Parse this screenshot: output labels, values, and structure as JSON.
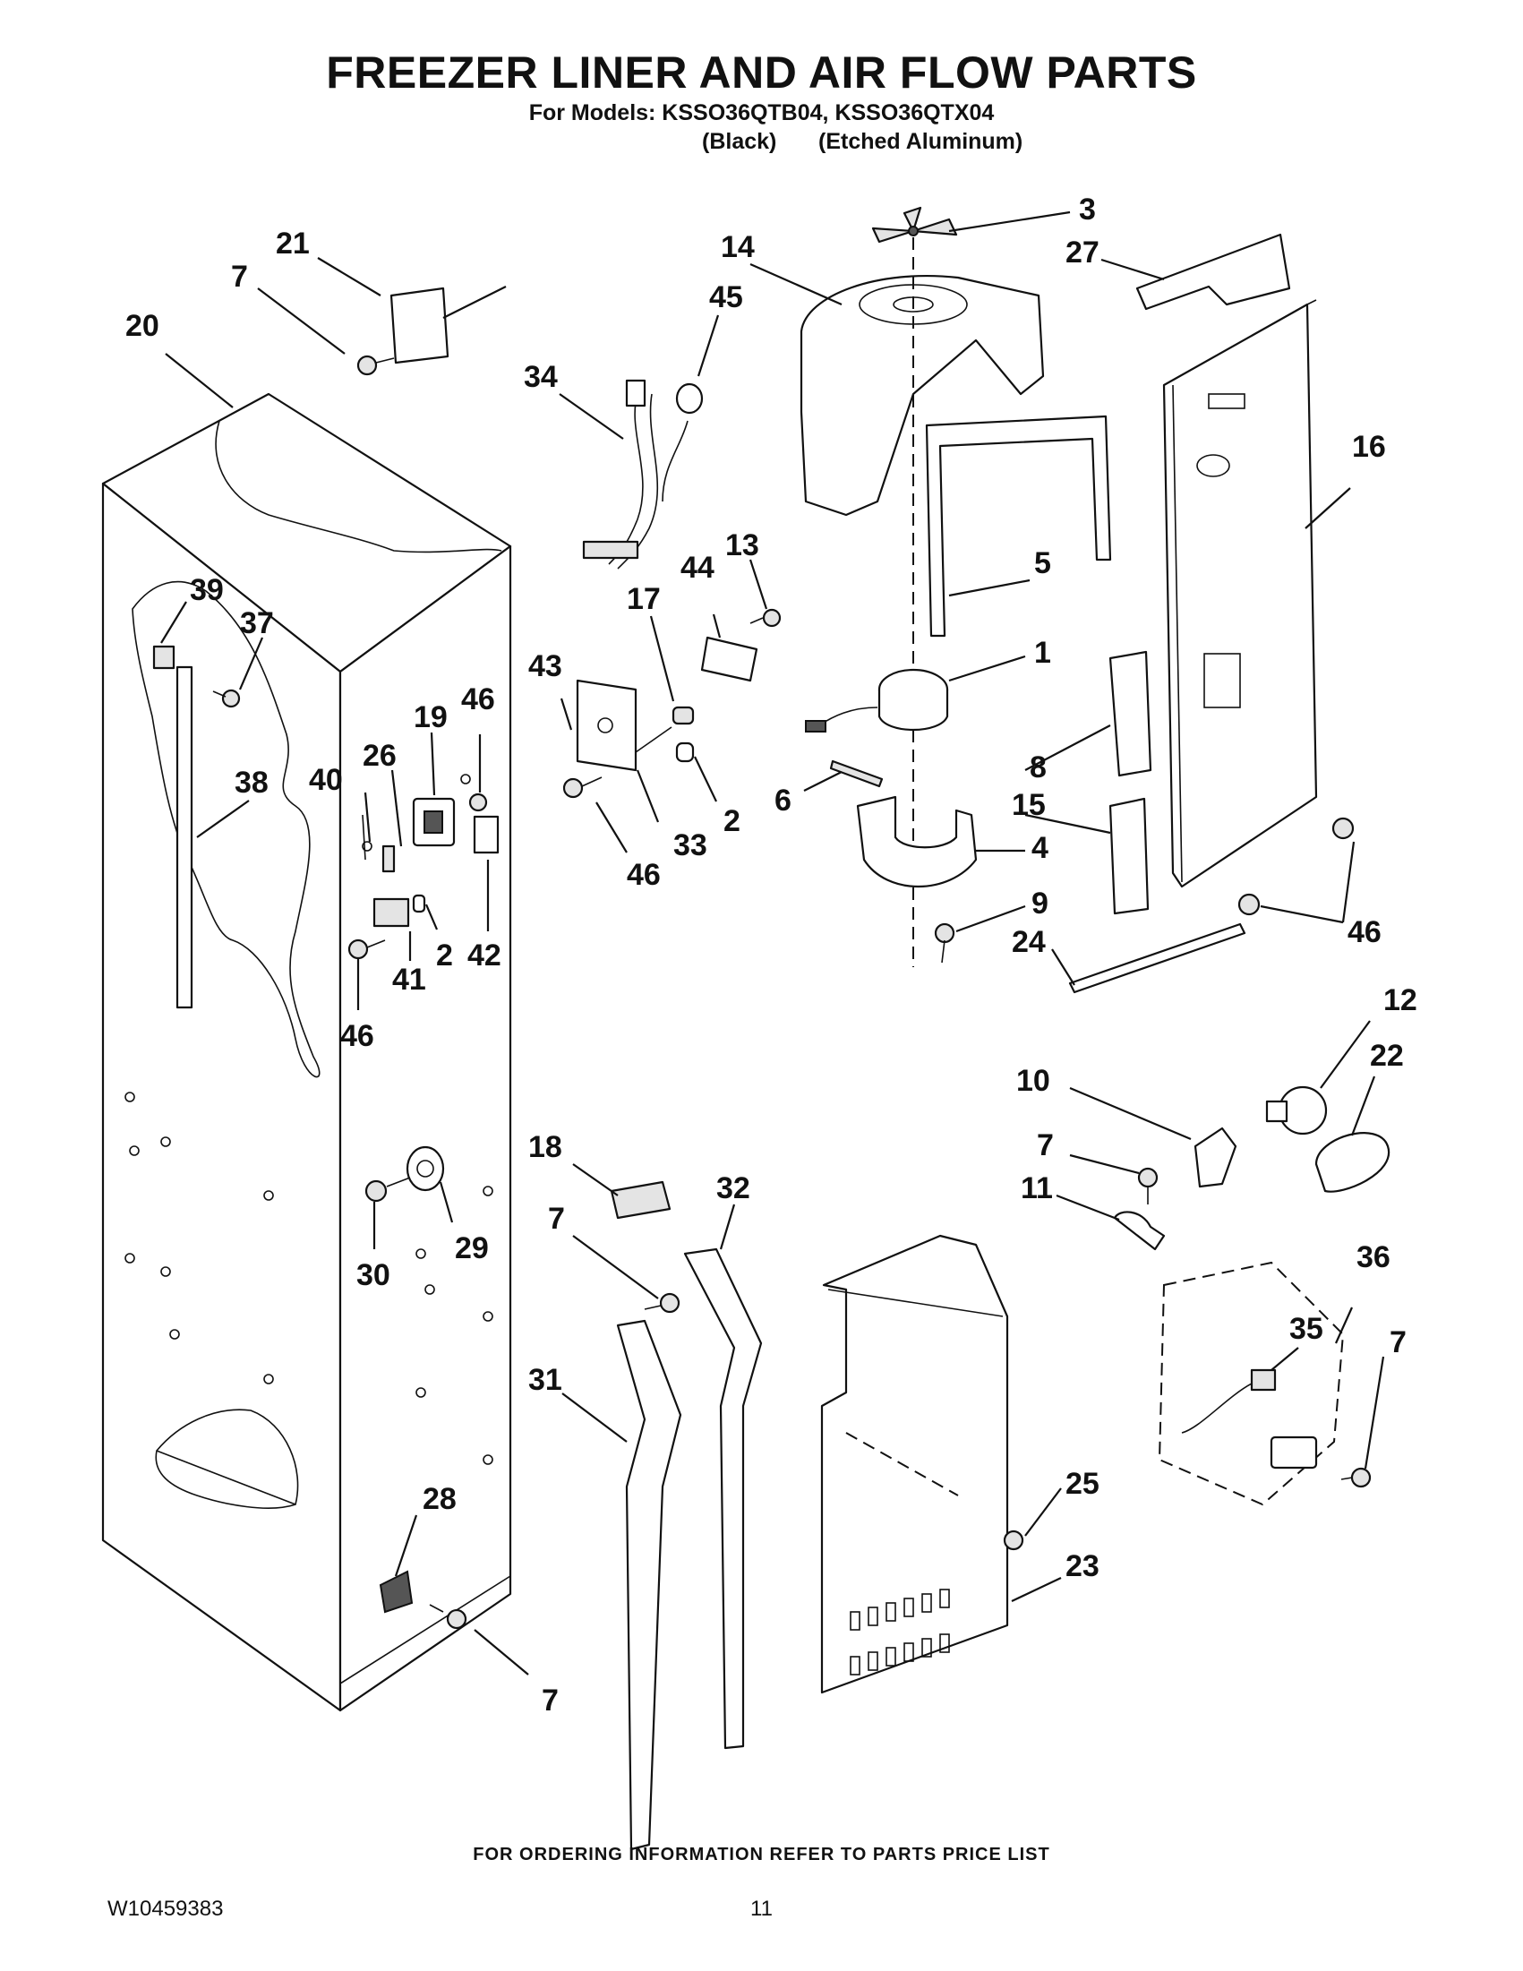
{
  "header": {
    "title": "FREEZER LINER AND AIR FLOW PARTS",
    "models_line": "For Models: KSSO36QTB04, KSSO36QTX04",
    "variant_black": "(Black)",
    "variant_etched": "(Etched Aluminum)"
  },
  "diagram": {
    "callouts": {
      "c1": "1",
      "c2a": "2",
      "c2b": "2",
      "c3": "3",
      "c4": "4",
      "c5": "5",
      "c6": "6",
      "c7a": "7",
      "c7b": "7",
      "c7c": "7",
      "c7d": "7",
      "c7e": "7",
      "c8": "8",
      "c9": "9",
      "c10": "10",
      "c11": "11",
      "c12": "12",
      "c13": "13",
      "c14": "14",
      "c15": "15",
      "c16": "16",
      "c17": "17",
      "c18": "18",
      "c19": "19",
      "c20": "20",
      "c21": "21",
      "c22": "22",
      "c23": "23",
      "c24": "24",
      "c25": "25",
      "c26": "26",
      "c27": "27",
      "c28": "28",
      "c29": "29",
      "c30": "30",
      "c31": "31",
      "c32": "32",
      "c33": "33",
      "c34": "34",
      "c35": "35",
      "c36": "36",
      "c37": "37",
      "c38": "38",
      "c39": "39",
      "c40": "40",
      "c41": "41",
      "c42": "42",
      "c43": "43",
      "c44": "44",
      "c45": "45",
      "c46a": "46",
      "c46b": "46",
      "c46c": "46",
      "c46d": "46"
    }
  },
  "footer": {
    "ordering_note": "FOR ORDERING INFORMATION REFER TO PARTS PRICE LIST",
    "doc_number": "W10459383",
    "page_number": "11"
  }
}
